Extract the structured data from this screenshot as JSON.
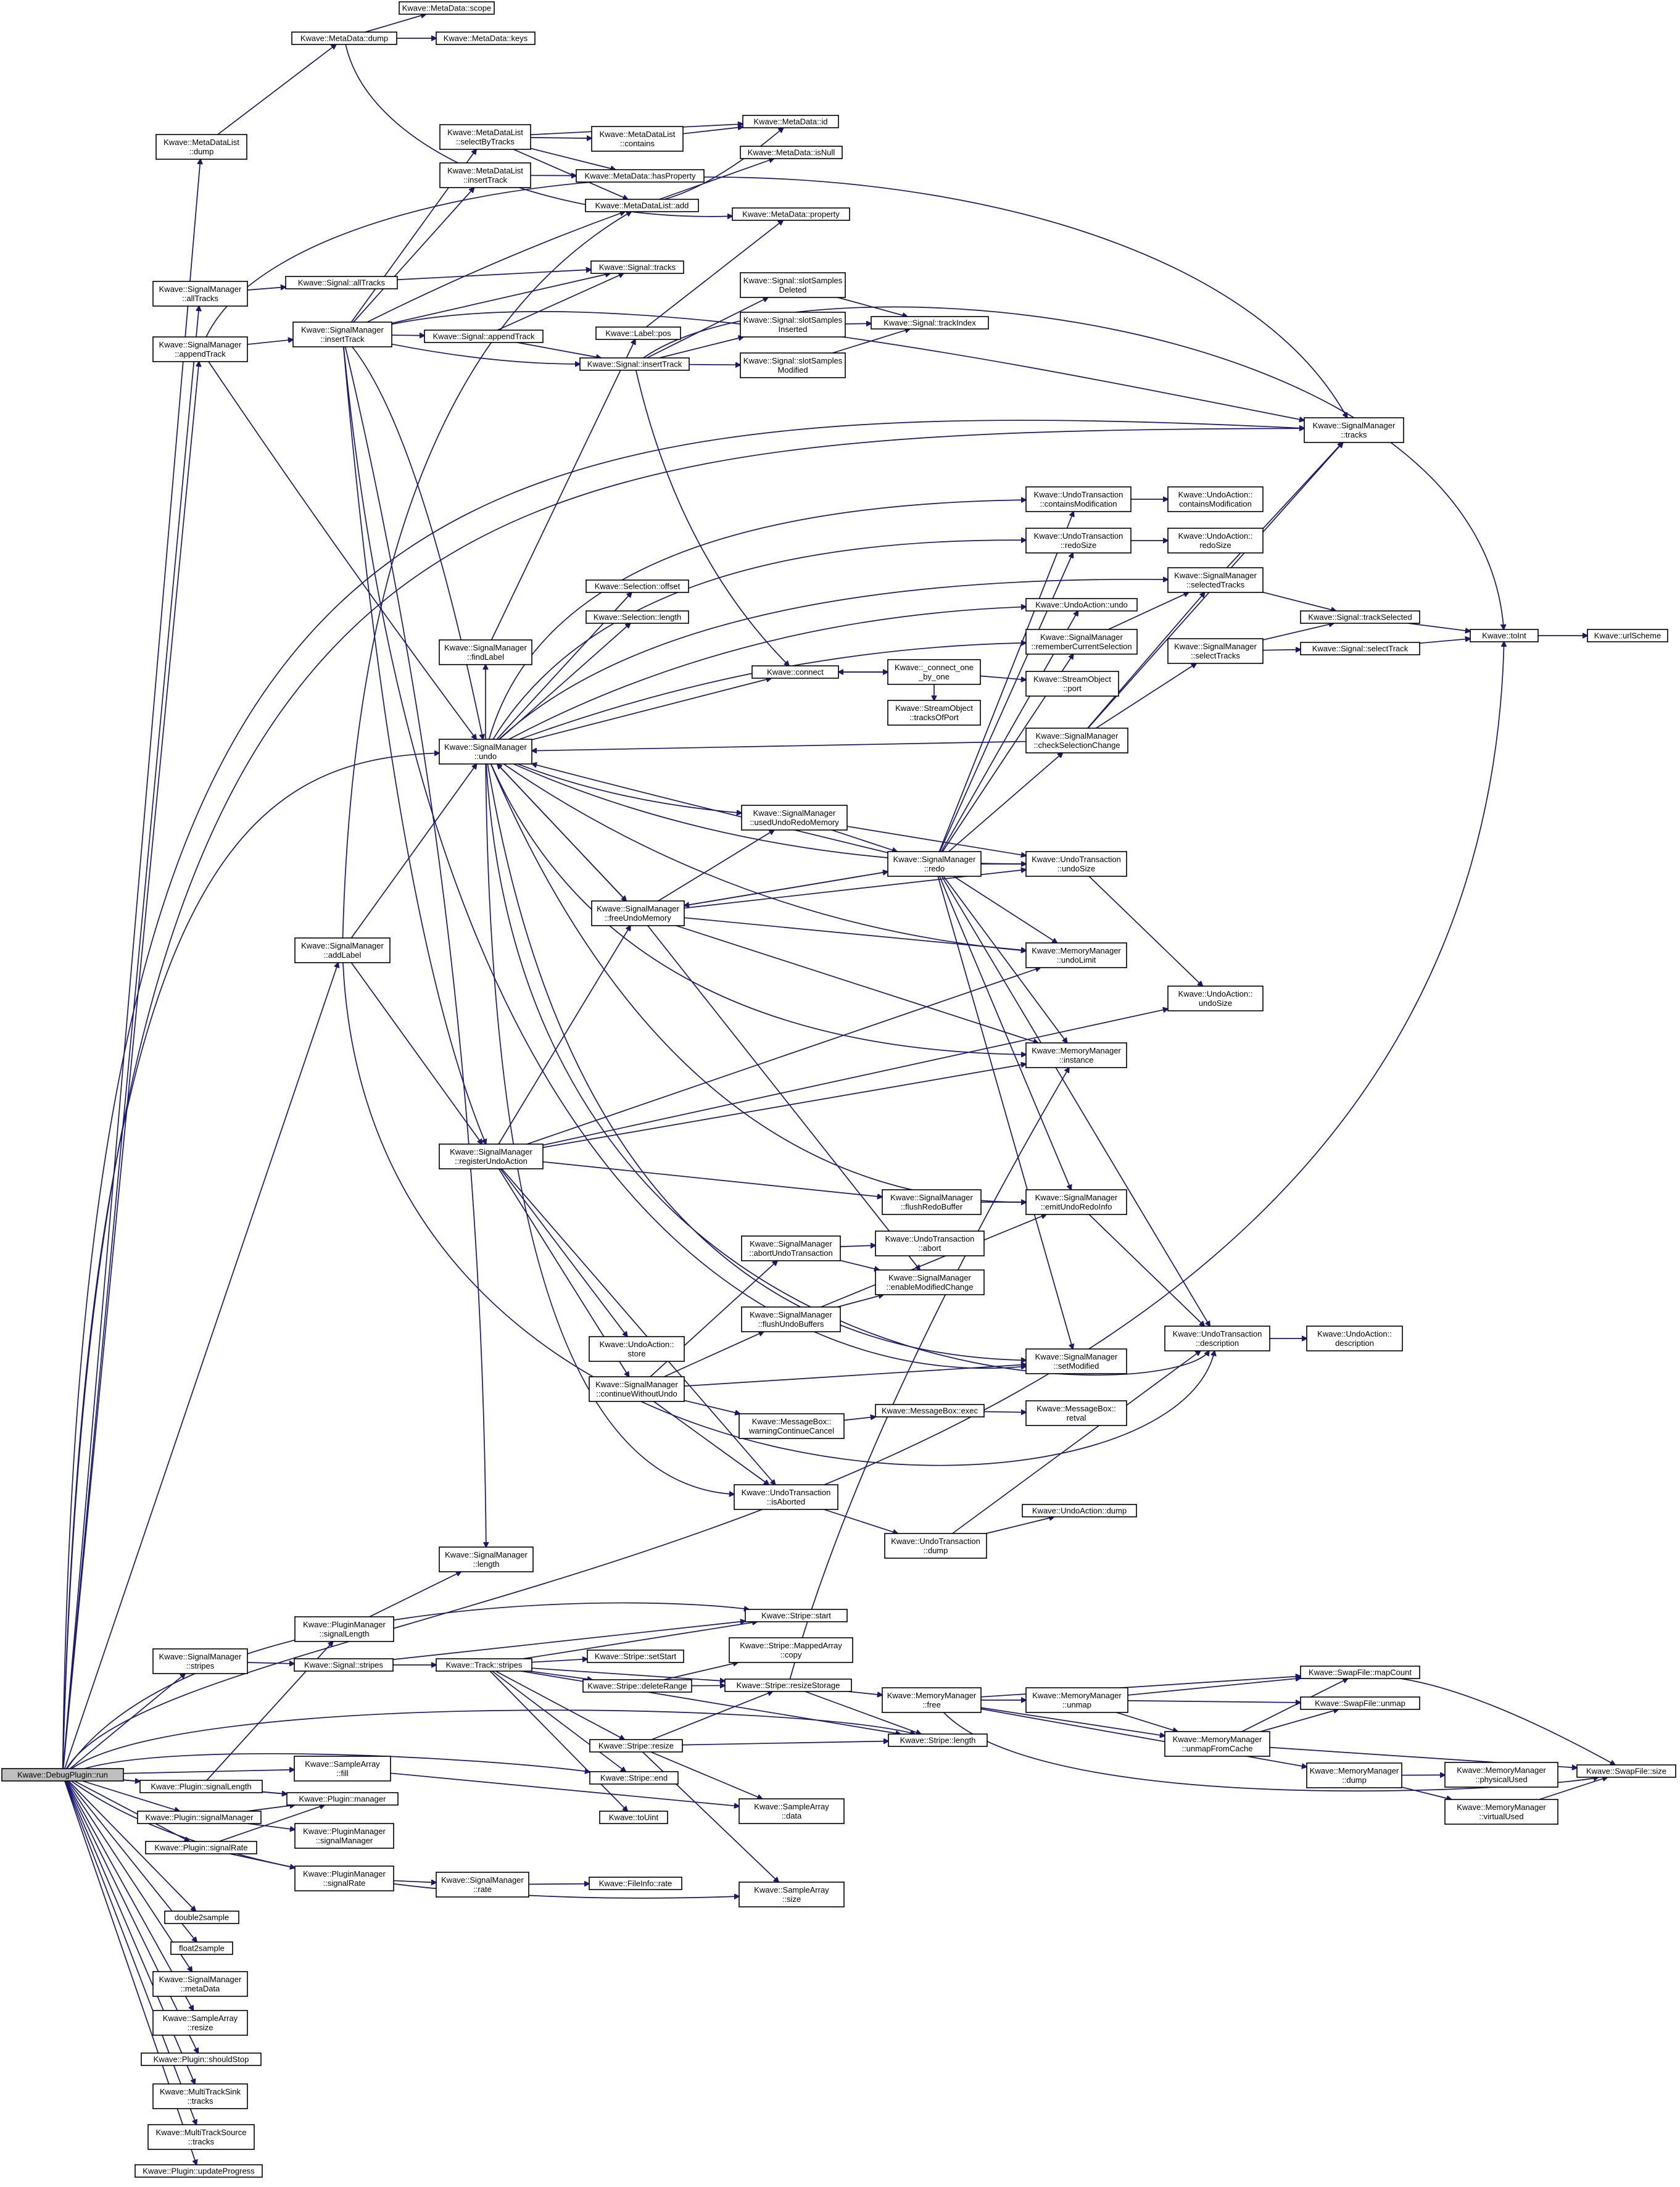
{
  "diagram": {
    "title": "",
    "colors": {
      "edge": "#191970",
      "node_border": "#000000",
      "root_fill": "#bfbfbf",
      "node_fill": "#ffffff"
    },
    "nodes": [
      {
        "id": "run",
        "lines": [
          "Kwave::DebugPlugin::run"
        ]
      },
      {
        "id": "md_scope",
        "lines": [
          "Kwave::MetaData::scope"
        ]
      },
      {
        "id": "md_dump",
        "lines": [
          "Kwave::MetaData::dump"
        ]
      },
      {
        "id": "md_keys",
        "lines": [
          "Kwave::MetaData::keys"
        ]
      },
      {
        "id": "mdl_dump",
        "lines": [
          "Kwave::MetaDataList",
          "::dump"
        ]
      },
      {
        "id": "mdl_selectByTracks",
        "lines": [
          "Kwave::MetaDataList",
          "::selectByTracks"
        ]
      },
      {
        "id": "md_id",
        "lines": [
          "Kwave::MetaData::id"
        ]
      },
      {
        "id": "mdl_contains",
        "lines": [
          "Kwave::MetaDataList",
          "::contains"
        ]
      },
      {
        "id": "md_isNull",
        "lines": [
          "Kwave::MetaData::isNull"
        ]
      },
      {
        "id": "mdl_insertTrack",
        "lines": [
          "Kwave::MetaDataList",
          "::insertTrack"
        ]
      },
      {
        "id": "md_hasProperty",
        "lines": [
          "Kwave::MetaData::hasProperty"
        ]
      },
      {
        "id": "mdl_add",
        "lines": [
          "Kwave::MetaDataList::add"
        ]
      },
      {
        "id": "md_property",
        "lines": [
          "Kwave::MetaData::property"
        ]
      },
      {
        "id": "sm_allTracks",
        "lines": [
          "Kwave::SignalManager",
          "::allTracks"
        ]
      },
      {
        "id": "sig_allTracks",
        "lines": [
          "Kwave::Signal::allTracks"
        ]
      },
      {
        "id": "sig_tracks",
        "lines": [
          "Kwave::Signal::tracks"
        ]
      },
      {
        "id": "sig_slotDeleted",
        "lines": [
          "Kwave::Signal::slotSamples",
          "Deleted"
        ]
      },
      {
        "id": "sm_appendTrack",
        "lines": [
          "Kwave::SignalManager",
          "::appendTrack"
        ]
      },
      {
        "id": "sm_insertTrack",
        "lines": [
          "Kwave::SignalManager",
          "::insertTrack"
        ]
      },
      {
        "id": "sig_appendTrack",
        "lines": [
          "Kwave::Signal::appendTrack"
        ]
      },
      {
        "id": "label_pos",
        "lines": [
          "Kwave::Label::pos"
        ]
      },
      {
        "id": "sig_slotInserted",
        "lines": [
          "Kwave::Signal::slotSamples",
          "Inserted"
        ]
      },
      {
        "id": "sig_trackIndex",
        "lines": [
          "Kwave::Signal::trackIndex"
        ]
      },
      {
        "id": "sig_insertTrack",
        "lines": [
          "Kwave::Signal::insertTrack"
        ]
      },
      {
        "id": "sig_slotModified",
        "lines": [
          "Kwave::Signal::slotSamples",
          "Modified"
        ]
      },
      {
        "id": "sm_tracks",
        "lines": [
          "Kwave::SignalManager",
          "::tracks"
        ]
      },
      {
        "id": "ut_containsMod",
        "lines": [
          "Kwave::UndoTransaction",
          "::containsModification"
        ]
      },
      {
        "id": "ua_containsMod",
        "lines": [
          "Kwave::UndoAction::",
          "containsModification"
        ]
      },
      {
        "id": "ut_redoSize",
        "lines": [
          "Kwave::UndoTransaction",
          "::redoSize"
        ]
      },
      {
        "id": "ua_redoSize",
        "lines": [
          "Kwave::UndoAction::",
          "redoSize"
        ]
      },
      {
        "id": "sm_selectedTracks",
        "lines": [
          "Kwave::SignalManager",
          "::selectedTracks"
        ]
      },
      {
        "id": "sel_offset",
        "lines": [
          "Kwave::Selection::offset"
        ]
      },
      {
        "id": "sel_length",
        "lines": [
          "Kwave::Selection::length"
        ]
      },
      {
        "id": "ua_undo",
        "lines": [
          "Kwave::UndoAction::undo"
        ]
      },
      {
        "id": "sm_rememberSel",
        "lines": [
          "Kwave::SignalManager",
          "::rememberCurrentSelection"
        ]
      },
      {
        "id": "sig_trackSelected",
        "lines": [
          "Kwave::Signal::trackSelected"
        ]
      },
      {
        "id": "sm_selectTracks",
        "lines": [
          "Kwave::SignalManager",
          "::selectTracks"
        ]
      },
      {
        "id": "sig_selectTrack",
        "lines": [
          "Kwave::Signal::selectTrack"
        ]
      },
      {
        "id": "toInt",
        "lines": [
          "Kwave::toInt"
        ]
      },
      {
        "id": "urlScheme",
        "lines": [
          "Kwave::urlScheme"
        ]
      },
      {
        "id": "sm_findLabel",
        "lines": [
          "Kwave::SignalManager",
          "::findLabel"
        ]
      },
      {
        "id": "connect",
        "lines": [
          "Kwave::connect"
        ]
      },
      {
        "id": "connect_one",
        "lines": [
          "Kwave::_connect_one",
          "_by_one"
        ]
      },
      {
        "id": "so_port",
        "lines": [
          "Kwave::StreamObject",
          "::port"
        ]
      },
      {
        "id": "so_tracksOfPort",
        "lines": [
          "Kwave::StreamObject",
          "::tracksOfPort"
        ]
      },
      {
        "id": "sm_undo",
        "lines": [
          "Kwave::SignalManager",
          "::undo"
        ]
      },
      {
        "id": "sm_checkSel",
        "lines": [
          "Kwave::SignalManager",
          "::checkSelectionChange"
        ]
      },
      {
        "id": "sm_usedUndoRedo",
        "lines": [
          "Kwave::SignalManager",
          "::usedUndoRedoMemory"
        ]
      },
      {
        "id": "sm_redo",
        "lines": [
          "Kwave::SignalManager",
          "::redo"
        ]
      },
      {
        "id": "ut_undoSize",
        "lines": [
          "Kwave::UndoTransaction",
          "::undoSize"
        ]
      },
      {
        "id": "sm_freeUndoMemory",
        "lines": [
          "Kwave::SignalManager",
          "::freeUndoMemory"
        ]
      },
      {
        "id": "sm_addLabel",
        "lines": [
          "Kwave::SignalManager",
          "::addLabel"
        ]
      },
      {
        "id": "mm_undoLimit",
        "lines": [
          "Kwave::MemoryManager",
          "::undoLimit"
        ]
      },
      {
        "id": "ua_undoSize",
        "lines": [
          "Kwave::UndoAction::",
          "undoSize"
        ]
      },
      {
        "id": "mm_instance",
        "lines": [
          "Kwave::MemoryManager",
          "::instance"
        ]
      },
      {
        "id": "sm_registerUndo",
        "lines": [
          "Kwave::SignalManager",
          "::registerUndoAction"
        ]
      },
      {
        "id": "sm_flushRedo",
        "lines": [
          "Kwave::SignalManager",
          "::flushRedoBuffer"
        ]
      },
      {
        "id": "sm_emitUndoRedo",
        "lines": [
          "Kwave::SignalManager",
          "::emitUndoRedoInfo"
        ]
      },
      {
        "id": "sm_abortUndo",
        "lines": [
          "Kwave::SignalManager",
          "::abortUndoTransaction"
        ]
      },
      {
        "id": "ut_abort",
        "lines": [
          "Kwave::UndoTransaction",
          "::abort"
        ]
      },
      {
        "id": "sm_enableMod",
        "lines": [
          "Kwave::SignalManager",
          "::enableModifiedChange"
        ]
      },
      {
        "id": "sm_flushUndo",
        "lines": [
          "Kwave::SignalManager",
          "::flushUndoBuffers"
        ]
      },
      {
        "id": "ut_description",
        "lines": [
          "Kwave::UndoTransaction",
          "::description"
        ]
      },
      {
        "id": "ua_description",
        "lines": [
          "Kwave::UndoAction::",
          "description"
        ]
      },
      {
        "id": "ua_store",
        "lines": [
          "Kwave::UndoAction::",
          "store"
        ]
      },
      {
        "id": "sm_setModified",
        "lines": [
          "Kwave::SignalManager",
          "::setModified"
        ]
      },
      {
        "id": "sm_continueWithout",
        "lines": [
          "Kwave::SignalManager",
          "::continueWithoutUndo"
        ]
      },
      {
        "id": "mb_exec",
        "lines": [
          "Kwave::MessageBox::exec"
        ]
      },
      {
        "id": "mb_warning",
        "lines": [
          "Kwave::MessageBox::",
          "warningContinueCancel"
        ]
      },
      {
        "id": "mb_retval",
        "lines": [
          "Kwave::MessageBox::",
          "retval"
        ]
      },
      {
        "id": "ut_isAborted",
        "lines": [
          "Kwave::UndoTransaction",
          "::isAborted"
        ]
      },
      {
        "id": "ua_dump",
        "lines": [
          "Kwave::UndoAction::dump"
        ]
      },
      {
        "id": "ut_dump",
        "lines": [
          "Kwave::UndoTransaction",
          "::dump"
        ]
      },
      {
        "id": "sm_length",
        "lines": [
          "Kwave::SignalManager",
          "::length"
        ]
      },
      {
        "id": "pm_signalLength",
        "lines": [
          "Kwave::PluginManager",
          "::signalLength"
        ]
      },
      {
        "id": "stripe_start",
        "lines": [
          "Kwave::Stripe::start"
        ]
      },
      {
        "id": "sm_stripes",
        "lines": [
          "Kwave::SignalManager",
          "::stripes"
        ]
      },
      {
        "id": "sig_stripes",
        "lines": [
          "Kwave::Signal::stripes"
        ]
      },
      {
        "id": "track_stripes",
        "lines": [
          "Kwave::Track::stripes"
        ]
      },
      {
        "id": "stripe_setStart",
        "lines": [
          "Kwave::Stripe::setStart"
        ]
      },
      {
        "id": "stripe_mappedCopy",
        "lines": [
          "Kwave::Stripe::MappedArray",
          "::copy"
        ]
      },
      {
        "id": "swap_mapCount",
        "lines": [
          "Kwave::SwapFile::mapCount"
        ]
      },
      {
        "id": "stripe_deleteRange",
        "lines": [
          "Kwave::Stripe::deleteRange"
        ]
      },
      {
        "id": "stripe_resizeStorage",
        "lines": [
          "Kwave::Stripe::resizeStorage"
        ]
      },
      {
        "id": "mm_free",
        "lines": [
          "Kwave::MemoryManager",
          "::free"
        ]
      },
      {
        "id": "mm_unmap",
        "lines": [
          "Kwave::MemoryManager",
          "::unmap"
        ]
      },
      {
        "id": "swap_unmap",
        "lines": [
          "Kwave::SwapFile::unmap"
        ]
      },
      {
        "id": "mm_unmapFromCache",
        "lines": [
          "Kwave::MemoryManager",
          "::unmapFromCache"
        ]
      },
      {
        "id": "stripe_resize",
        "lines": [
          "Kwave::Stripe::resize"
        ]
      },
      {
        "id": "stripe_length",
        "lines": [
          "Kwave::Stripe::length"
        ]
      },
      {
        "id": "sa_fill",
        "lines": [
          "Kwave::SampleArray",
          "::fill"
        ]
      },
      {
        "id": "stripe_end",
        "lines": [
          "Kwave::Stripe::end"
        ]
      },
      {
        "id": "mm_dump",
        "lines": [
          "Kwave::MemoryManager",
          "::dump"
        ]
      },
      {
        "id": "mm_physicalUsed",
        "lines": [
          "Kwave::MemoryManager",
          "::physicalUsed"
        ]
      },
      {
        "id": "swap_size",
        "lines": [
          "Kwave::SwapFile::size"
        ]
      },
      {
        "id": "plugin_signalLength",
        "lines": [
          "Kwave::Plugin::signalLength"
        ]
      },
      {
        "id": "plugin_manager",
        "lines": [
          "Kwave::Plugin::manager"
        ]
      },
      {
        "id": "sa_data",
        "lines": [
          "Kwave::SampleArray",
          "::data"
        ]
      },
      {
        "id": "mm_virtualUsed",
        "lines": [
          "Kwave::MemoryManager",
          "::virtualUsed"
        ]
      },
      {
        "id": "plugin_signalManager",
        "lines": [
          "Kwave::Plugin::signalManager"
        ]
      },
      {
        "id": "pm_signalManager",
        "lines": [
          "Kwave::PluginManager",
          "::signalManager"
        ]
      },
      {
        "id": "toUint",
        "lines": [
          "Kwave::toUint"
        ]
      },
      {
        "id": "plugin_signalRate",
        "lines": [
          "Kwave::Plugin::signalRate"
        ]
      },
      {
        "id": "pm_signalRate",
        "lines": [
          "Kwave::PluginManager",
          "::signalRate"
        ]
      },
      {
        "id": "sm_rate",
        "lines": [
          "Kwave::SignalManager",
          "::rate"
        ]
      },
      {
        "id": "fileinfo_rate",
        "lines": [
          "Kwave::FileInfo::rate"
        ]
      },
      {
        "id": "sa_size",
        "lines": [
          "Kwave::SampleArray",
          "::size"
        ]
      },
      {
        "id": "double2sample",
        "lines": [
          "double2sample"
        ]
      },
      {
        "id": "float2sample",
        "lines": [
          "float2sample"
        ]
      },
      {
        "id": "sm_metaData",
        "lines": [
          "Kwave::SignalManager",
          "::metaData"
        ]
      },
      {
        "id": "sa_resize",
        "lines": [
          "Kwave::SampleArray",
          "::resize"
        ]
      },
      {
        "id": "plugin_shouldStop",
        "lines": [
          "Kwave::Plugin::shouldStop"
        ]
      },
      {
        "id": "mtsink_tracks",
        "lines": [
          "Kwave::MultiTrackSink",
          "::tracks"
        ]
      },
      {
        "id": "mtsource_tracks",
        "lines": [
          "Kwave::MultiTrackSource",
          "::tracks"
        ]
      },
      {
        "id": "plugin_updateProgress",
        "lines": [
          "Kwave::Plugin::updateProgress"
        ]
      }
    ]
  }
}
